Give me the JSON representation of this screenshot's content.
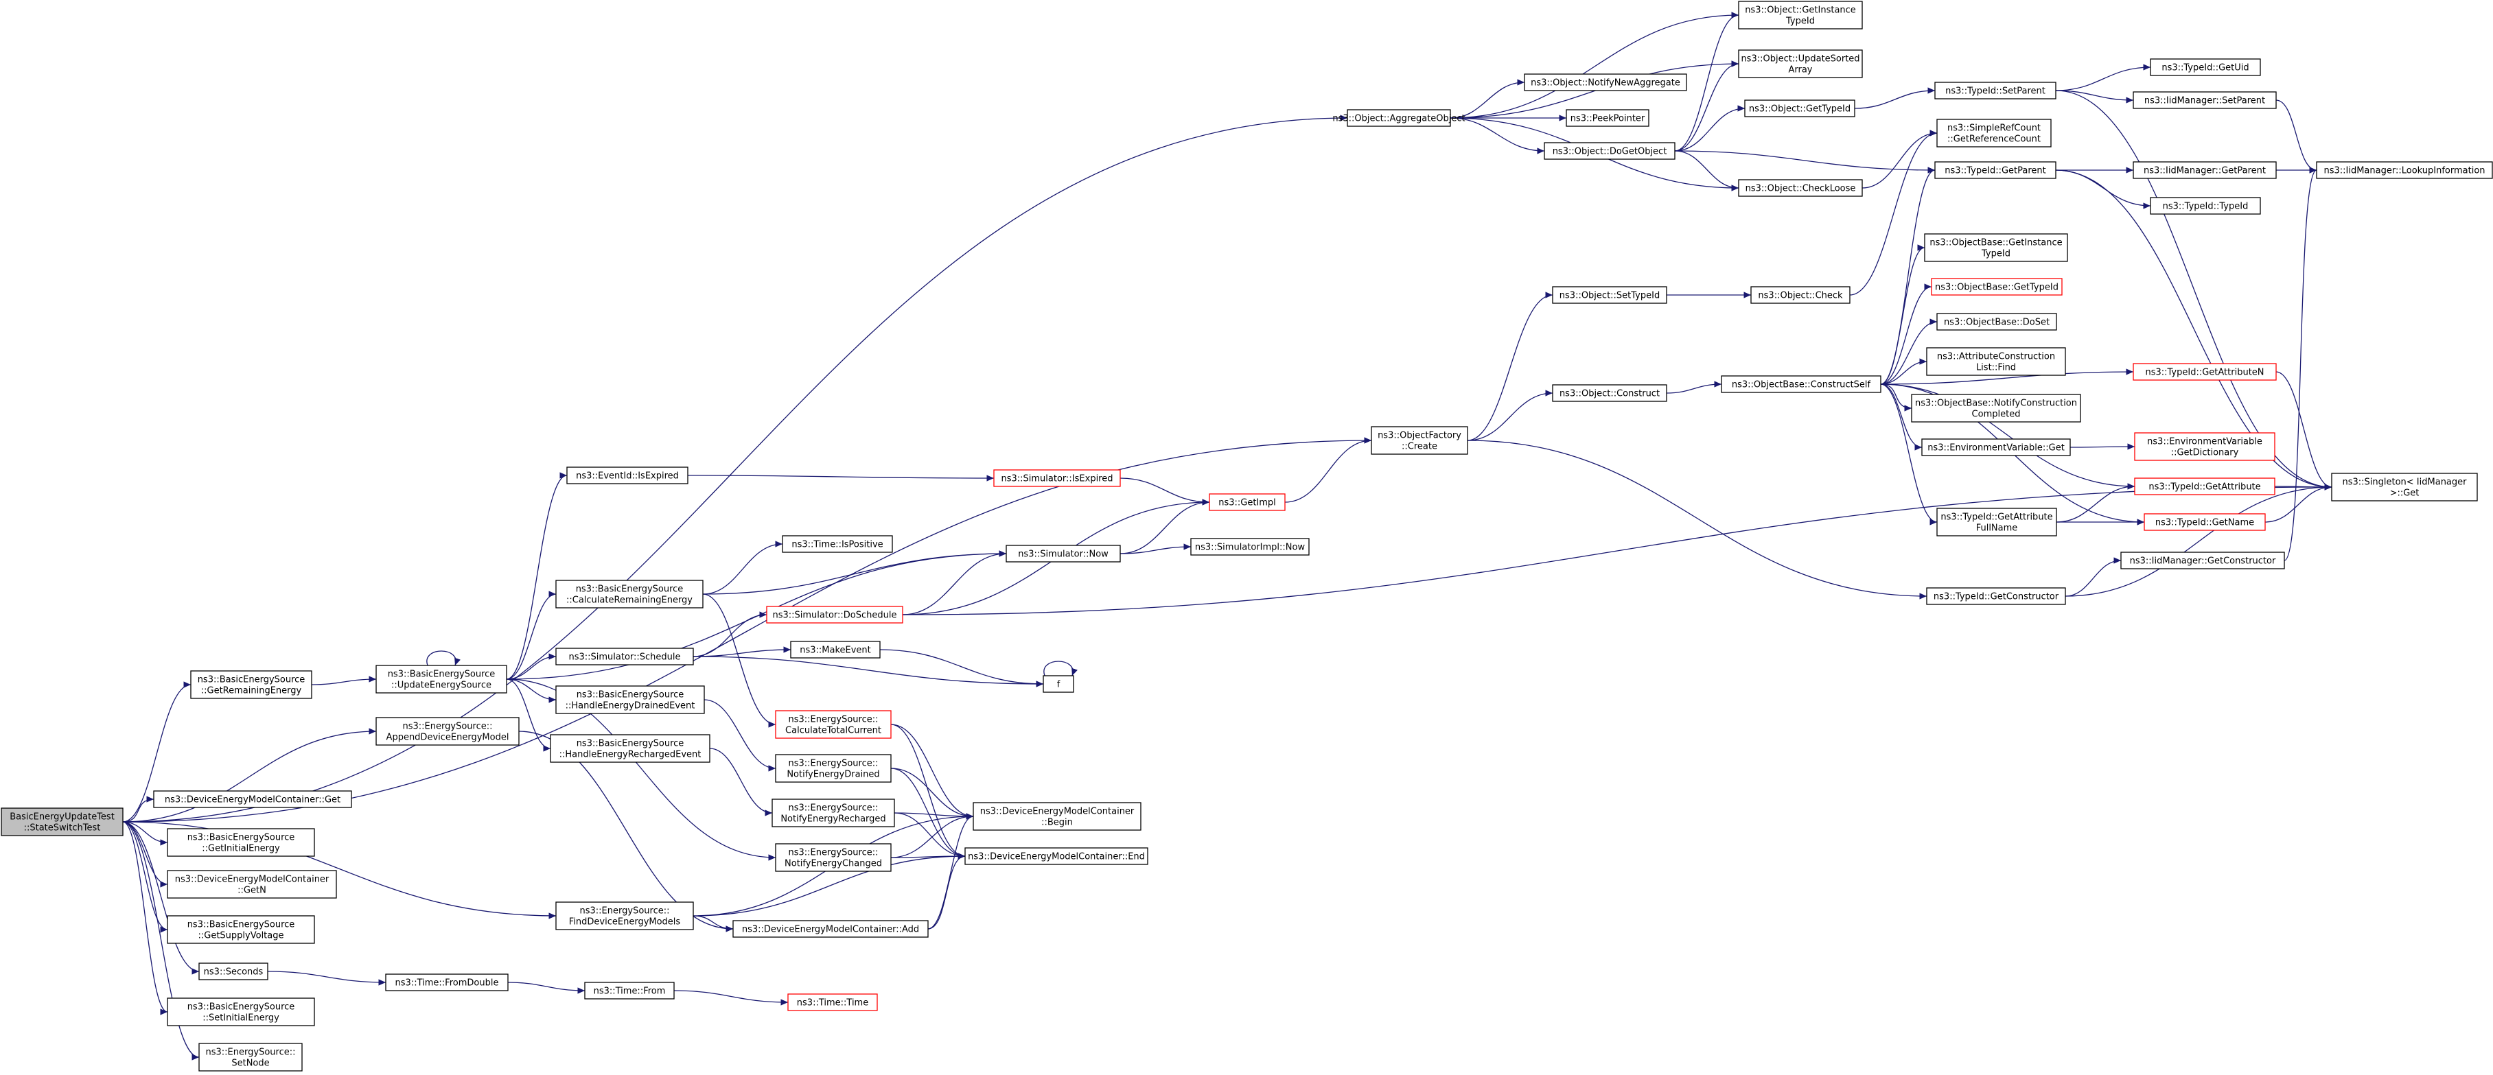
{
  "colors": {
    "background": "#ffffff",
    "edge": "#191970",
    "node_border": "#000000",
    "node_border_truncated": "#ff0000",
    "root_fill": "#bfbfbf",
    "text": "#000000"
  },
  "nodes": [
    {
      "id": "root",
      "lines": [
        "BasicEnergyUpdateTest",
        "::StateSwitchTest"
      ],
      "style": "root"
    },
    {
      "id": "aggregateObject",
      "lines": [
        "ns3::Object::AggregateObject"
      ]
    },
    {
      "id": "getInstanceTypeId",
      "lines": [
        "ns3::Object::GetInstance",
        "TypeId"
      ]
    },
    {
      "id": "updateSortedArray",
      "lines": [
        "ns3::Object::UpdateSorted",
        "Array"
      ]
    },
    {
      "id": "notifyNewAggregate",
      "lines": [
        "ns3::Object::NotifyNewAggregate"
      ]
    },
    {
      "id": "peekPointer",
      "lines": [
        "ns3::PeekPointer"
      ]
    },
    {
      "id": "objectGetTypeId",
      "lines": [
        "ns3::Object::GetTypeId"
      ]
    },
    {
      "id": "doGetObject",
      "lines": [
        "ns3::Object::DoGetObject"
      ]
    },
    {
      "id": "checkLoose",
      "lines": [
        "ns3::Object::CheckLoose"
      ]
    },
    {
      "id": "setParent",
      "lines": [
        "ns3::TypeId::SetParent"
      ]
    },
    {
      "id": "getUid",
      "lines": [
        "ns3::TypeId::GetUid"
      ]
    },
    {
      "id": "iidSetParent",
      "lines": [
        "ns3::IidManager::SetParent"
      ]
    },
    {
      "id": "getReferenceCount",
      "lines": [
        "ns3::SimpleRefCount",
        "::GetReferenceCount"
      ]
    },
    {
      "id": "getParent",
      "lines": [
        "ns3::TypeId::GetParent"
      ]
    },
    {
      "id": "iidGetParent",
      "lines": [
        "ns3::IidManager::GetParent"
      ]
    },
    {
      "id": "lookupInformation",
      "lines": [
        "ns3::IidManager::LookupInformation"
      ]
    },
    {
      "id": "typeIdTypeId",
      "lines": [
        "ns3::TypeId::TypeId"
      ]
    },
    {
      "id": "obGetInstanceTypeId",
      "lines": [
        "ns3::ObjectBase::GetInstance",
        "TypeId"
      ]
    },
    {
      "id": "obGetTypeId",
      "lines": [
        "ns3::ObjectBase::GetTypeId"
      ],
      "style": "truncated"
    },
    {
      "id": "obDoSet",
      "lines": [
        "ns3::ObjectBase::DoSet"
      ]
    },
    {
      "id": "attrConstructionFind",
      "lines": [
        "ns3::AttributeConstruction",
        "List::Find"
      ]
    },
    {
      "id": "notifyConstructionCompleted",
      "lines": [
        "ns3::ObjectBase::NotifyConstruction",
        "Completed"
      ]
    },
    {
      "id": "envVarGet",
      "lines": [
        "ns3::EnvironmentVariable::Get"
      ]
    },
    {
      "id": "envVarGetDictionary",
      "lines": [
        "ns3::EnvironmentVariable",
        "::GetDictionary"
      ],
      "style": "truncated"
    },
    {
      "id": "getAttributeN",
      "lines": [
        "ns3::TypeId::GetAttributeN"
      ],
      "style": "truncated"
    },
    {
      "id": "setTypeId",
      "lines": [
        "ns3::Object::SetTypeId"
      ]
    },
    {
      "id": "objectCheck",
      "lines": [
        "ns3::Object::Check"
      ]
    },
    {
      "id": "objectConstruct",
      "lines": [
        "ns3::Object::Construct"
      ]
    },
    {
      "id": "constructSelf",
      "lines": [
        "ns3::ObjectBase::ConstructSelf"
      ]
    },
    {
      "id": "getAttribute",
      "lines": [
        "ns3::TypeId::GetAttribute"
      ],
      "style": "truncated"
    },
    {
      "id": "getAttributeFullName",
      "lines": [
        "ns3::TypeId::GetAttribute",
        "FullName"
      ]
    },
    {
      "id": "getName",
      "lines": [
        "ns3::TypeId::GetName"
      ],
      "style": "truncated"
    },
    {
      "id": "singletonGet",
      "lines": [
        "ns3::Singleton< IidManager",
        " >::Get"
      ]
    },
    {
      "id": "iidGetConstructor",
      "lines": [
        "ns3::IidManager::GetConstructor"
      ]
    },
    {
      "id": "typeIdGetConstructor",
      "lines": [
        "ns3::TypeId::GetConstructor"
      ]
    },
    {
      "id": "objectFactoryCreate",
      "lines": [
        "ns3::ObjectFactory",
        "::Create"
      ]
    },
    {
      "id": "eventIdIsExpired",
      "lines": [
        "ns3::EventId::IsExpired"
      ]
    },
    {
      "id": "simulatorIsExpired",
      "lines": [
        "ns3::Simulator::IsExpired"
      ],
      "style": "truncated"
    },
    {
      "id": "getImpl",
      "lines": [
        "ns3::GetImpl"
      ],
      "style": "truncated"
    },
    {
      "id": "timeIsPositive",
      "lines": [
        "ns3::Time::IsPositive"
      ]
    },
    {
      "id": "simulatorNow",
      "lines": [
        "ns3::Simulator::Now"
      ]
    },
    {
      "id": "simulatorImplNow",
      "lines": [
        "ns3::SimulatorImpl::Now"
      ]
    },
    {
      "id": "calculateRemainingEnergy",
      "lines": [
        "ns3::BasicEnergySource",
        "::CalculateRemainingEnergy"
      ]
    },
    {
      "id": "doSchedule",
      "lines": [
        "ns3::Simulator::DoSchedule"
      ],
      "style": "truncated"
    },
    {
      "id": "simulatorSchedule",
      "lines": [
        "ns3::Simulator::Schedule"
      ]
    },
    {
      "id": "makeEvent",
      "lines": [
        "ns3::MakeEvent"
      ]
    },
    {
      "id": "f",
      "lines": [
        "f"
      ]
    },
    {
      "id": "getRemainingEnergy",
      "lines": [
        "ns3::BasicEnergySource",
        "::GetRemainingEnergy"
      ]
    },
    {
      "id": "updateEnergySource",
      "lines": [
        "ns3::BasicEnergySource",
        "::UpdateEnergySource"
      ]
    },
    {
      "id": "handleEnergyDrainedEvent",
      "lines": [
        "ns3::BasicEnergySource",
        "::HandleEnergyDrainedEvent"
      ]
    },
    {
      "id": "handleEnergyRechargedEvent",
      "lines": [
        "ns3::BasicEnergySource",
        "::HandleEnergyRechargedEvent"
      ]
    },
    {
      "id": "appendDeviceEnergyModel",
      "lines": [
        "ns3::EnergySource::",
        "AppendDeviceEnergyModel"
      ]
    },
    {
      "id": "calculateTotalCurrent",
      "lines": [
        "ns3::EnergySource::",
        "CalculateTotalCurrent"
      ],
      "style": "truncated"
    },
    {
      "id": "notifyEnergyDrained",
      "lines": [
        "ns3::EnergySource::",
        "NotifyEnergyDrained"
      ]
    },
    {
      "id": "notifyEnergyRecharged",
      "lines": [
        "ns3::EnergySource::",
        "NotifyEnergyRecharged"
      ]
    },
    {
      "id": "notifyEnergyChanged",
      "lines": [
        "ns3::EnergySource::",
        "NotifyEnergyChanged"
      ]
    },
    {
      "id": "containerBegin",
      "lines": [
        "ns3::DeviceEnergyModelContainer",
        "::Begin"
      ]
    },
    {
      "id": "containerEnd",
      "lines": [
        "ns3::DeviceEnergyModelContainer::End"
      ]
    },
    {
      "id": "containerGet",
      "lines": [
        "ns3::DeviceEnergyModelContainer::Get"
      ]
    },
    {
      "id": "getInitialEnergy",
      "lines": [
        "ns3::BasicEnergySource",
        "::GetInitialEnergy"
      ]
    },
    {
      "id": "containerGetN",
      "lines": [
        "ns3::DeviceEnergyModelContainer",
        "::GetN"
      ]
    },
    {
      "id": "getSupplyVoltage",
      "lines": [
        "ns3::BasicEnergySource",
        "::GetSupplyVoltage"
      ]
    },
    {
      "id": "findDeviceEnergyModels",
      "lines": [
        "ns3::EnergySource::",
        "FindDeviceEnergyModels"
      ]
    },
    {
      "id": "containerAdd",
      "lines": [
        "ns3::DeviceEnergyModelContainer::Add"
      ]
    },
    {
      "id": "seconds",
      "lines": [
        "ns3::Seconds"
      ]
    },
    {
      "id": "timeFromDouble",
      "lines": [
        "ns3::Time::FromDouble"
      ]
    },
    {
      "id": "timeFrom",
      "lines": [
        "ns3::Time::From"
      ]
    },
    {
      "id": "timeTime",
      "lines": [
        "ns3::Time::Time"
      ],
      "style": "truncated"
    },
    {
      "id": "setInitialEnergy",
      "lines": [
        "ns3::BasicEnergySource",
        "::SetInitialEnergy"
      ]
    },
    {
      "id": "setNode",
      "lines": [
        "ns3::EnergySource::",
        "SetNode"
      ]
    }
  ],
  "edges": [
    [
      "root",
      "aggregateObject"
    ],
    [
      "root",
      "objectFactoryCreate"
    ],
    [
      "root",
      "getRemainingEnergy"
    ],
    [
      "root",
      "appendDeviceEnergyModel"
    ],
    [
      "root",
      "containerGet"
    ],
    [
      "root",
      "getInitialEnergy"
    ],
    [
      "root",
      "containerGetN"
    ],
    [
      "root",
      "getSupplyVoltage"
    ],
    [
      "root",
      "seconds"
    ],
    [
      "root",
      "setInitialEnergy"
    ],
    [
      "root",
      "setNode"
    ],
    [
      "root",
      "findDeviceEnergyModels"
    ],
    [
      "aggregateObject",
      "getInstanceTypeId"
    ],
    [
      "aggregateObject",
      "updateSortedArray"
    ],
    [
      "aggregateObject",
      "notifyNewAggregate"
    ],
    [
      "aggregateObject",
      "peekPointer"
    ],
    [
      "aggregateObject",
      "doGetObject"
    ],
    [
      "aggregateObject",
      "checkLoose"
    ],
    [
      "doGetObject",
      "getInstanceTypeId"
    ],
    [
      "doGetObject",
      "updateSortedArray"
    ],
    [
      "doGetObject",
      "objectGetTypeId"
    ],
    [
      "doGetObject",
      "getParent"
    ],
    [
      "doGetObject",
      "checkLoose"
    ],
    [
      "objectGetTypeId",
      "setParent"
    ],
    [
      "setParent",
      "getUid"
    ],
    [
      "setParent",
      "iidSetParent"
    ],
    [
      "setParent",
      "singletonGet"
    ],
    [
      "iidSetParent",
      "lookupInformation"
    ],
    [
      "checkLoose",
      "getReferenceCount"
    ],
    [
      "getParent",
      "iidGetParent"
    ],
    [
      "getParent",
      "typeIdTypeId"
    ],
    [
      "getParent",
      "singletonGet"
    ],
    [
      "iidGetParent",
      "lookupInformation"
    ],
    [
      "objectFactoryCreate",
      "setTypeId"
    ],
    [
      "objectFactoryCreate",
      "objectConstruct"
    ],
    [
      "objectFactoryCreate",
      "typeIdGetConstructor"
    ],
    [
      "setTypeId",
      "objectCheck"
    ],
    [
      "objectCheck",
      "getReferenceCount"
    ],
    [
      "objectConstruct",
      "constructSelf"
    ],
    [
      "constructSelf",
      "getParent"
    ],
    [
      "constructSelf",
      "obGetInstanceTypeId"
    ],
    [
      "constructSelf",
      "obGetTypeId"
    ],
    [
      "constructSelf",
      "obDoSet"
    ],
    [
      "constructSelf",
      "attrConstructionFind"
    ],
    [
      "constructSelf",
      "notifyConstructionCompleted"
    ],
    [
      "constructSelf",
      "envVarGet"
    ],
    [
      "constructSelf",
      "getAttributeN"
    ],
    [
      "constructSelf",
      "getAttribute"
    ],
    [
      "constructSelf",
      "getAttributeFullName"
    ],
    [
      "constructSelf",
      "getName"
    ],
    [
      "envVarGet",
      "envVarGetDictionary"
    ],
    [
      "getAttributeN",
      "singletonGet"
    ],
    [
      "getAttribute",
      "singletonGet"
    ],
    [
      "getAttributeFullName",
      "getAttribute"
    ],
    [
      "getAttributeFullName",
      "getName"
    ],
    [
      "getName",
      "singletonGet"
    ],
    [
      "typeIdGetConstructor",
      "iidGetConstructor"
    ],
    [
      "typeIdGetConstructor",
      "singletonGet"
    ],
    [
      "iidGetConstructor",
      "lookupInformation"
    ],
    [
      "getRemainingEnergy",
      "updateEnergySource"
    ],
    [
      "updateEnergySource",
      "updateEnergySource"
    ],
    [
      "updateEnergySource",
      "eventIdIsExpired"
    ],
    [
      "updateEnergySource",
      "simulatorNow"
    ],
    [
      "updateEnergySource",
      "calculateRemainingEnergy"
    ],
    [
      "updateEnergySource",
      "simulatorSchedule"
    ],
    [
      "updateEnergySource",
      "handleEnergyDrainedEvent"
    ],
    [
      "updateEnergySource",
      "handleEnergyRechargedEvent"
    ],
    [
      "updateEnergySource",
      "notifyEnergyChanged"
    ],
    [
      "eventIdIsExpired",
      "simulatorIsExpired"
    ],
    [
      "simulatorIsExpired",
      "getImpl"
    ],
    [
      "getImpl",
      "objectFactoryCreate"
    ],
    [
      "simulatorNow",
      "getImpl"
    ],
    [
      "simulatorNow",
      "simulatorImplNow"
    ],
    [
      "calculateRemainingEnergy",
      "timeIsPositive"
    ],
    [
      "calculateRemainingEnergy",
      "simulatorNow"
    ],
    [
      "calculateRemainingEnergy",
      "calculateTotalCurrent"
    ],
    [
      "simulatorSchedule",
      "doSchedule"
    ],
    [
      "simulatorSchedule",
      "makeEvent"
    ],
    [
      "simulatorSchedule",
      "f"
    ],
    [
      "makeEvent",
      "f"
    ],
    [
      "f",
      "f"
    ],
    [
      "doSchedule",
      "simulatorNow"
    ],
    [
      "doSchedule",
      "getImpl"
    ],
    [
      "doSchedule",
      "singletonGet"
    ],
    [
      "handleEnergyDrainedEvent",
      "notifyEnergyDrained"
    ],
    [
      "handleEnergyRechargedEvent",
      "notifyEnergyRecharged"
    ],
    [
      "calculateTotalCurrent",
      "containerBegin"
    ],
    [
      "calculateTotalCurrent",
      "containerEnd"
    ],
    [
      "notifyEnergyDrained",
      "containerBegin"
    ],
    [
      "notifyEnergyDrained",
      "containerEnd"
    ],
    [
      "notifyEnergyRecharged",
      "containerBegin"
    ],
    [
      "notifyEnergyRecharged",
      "containerEnd"
    ],
    [
      "notifyEnergyChanged",
      "containerBegin"
    ],
    [
      "notifyEnergyChanged",
      "containerEnd"
    ],
    [
      "appendDeviceEnergyModel",
      "containerAdd"
    ],
    [
      "findDeviceEnergyModels",
      "containerBegin"
    ],
    [
      "findDeviceEnergyModels",
      "containerEnd"
    ],
    [
      "findDeviceEnergyModels",
      "containerAdd"
    ],
    [
      "containerAdd",
      "containerBegin"
    ],
    [
      "containerAdd",
      "containerEnd"
    ],
    [
      "seconds",
      "timeFromDouble"
    ],
    [
      "timeFromDouble",
      "timeFrom"
    ],
    [
      "timeFrom",
      "timeTime"
    ]
  ]
}
